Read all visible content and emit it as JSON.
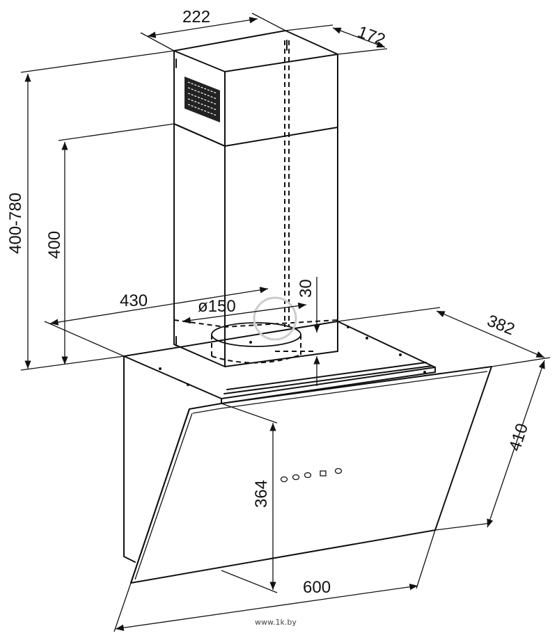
{
  "dimensions": {
    "chimney_width": "222",
    "chimney_depth": "172",
    "total_height": "400-780",
    "chimney_height": "400",
    "hood_width_top": "430",
    "outlet_diameter": "ø150",
    "outlet_offset": "30",
    "hood_depth": "382",
    "glass_slant": "410",
    "glass_height": "364",
    "hood_width": "600"
  },
  "watermark": "www.1k.by",
  "colors": {
    "line": "#111111",
    "background": "#ffffff"
  }
}
